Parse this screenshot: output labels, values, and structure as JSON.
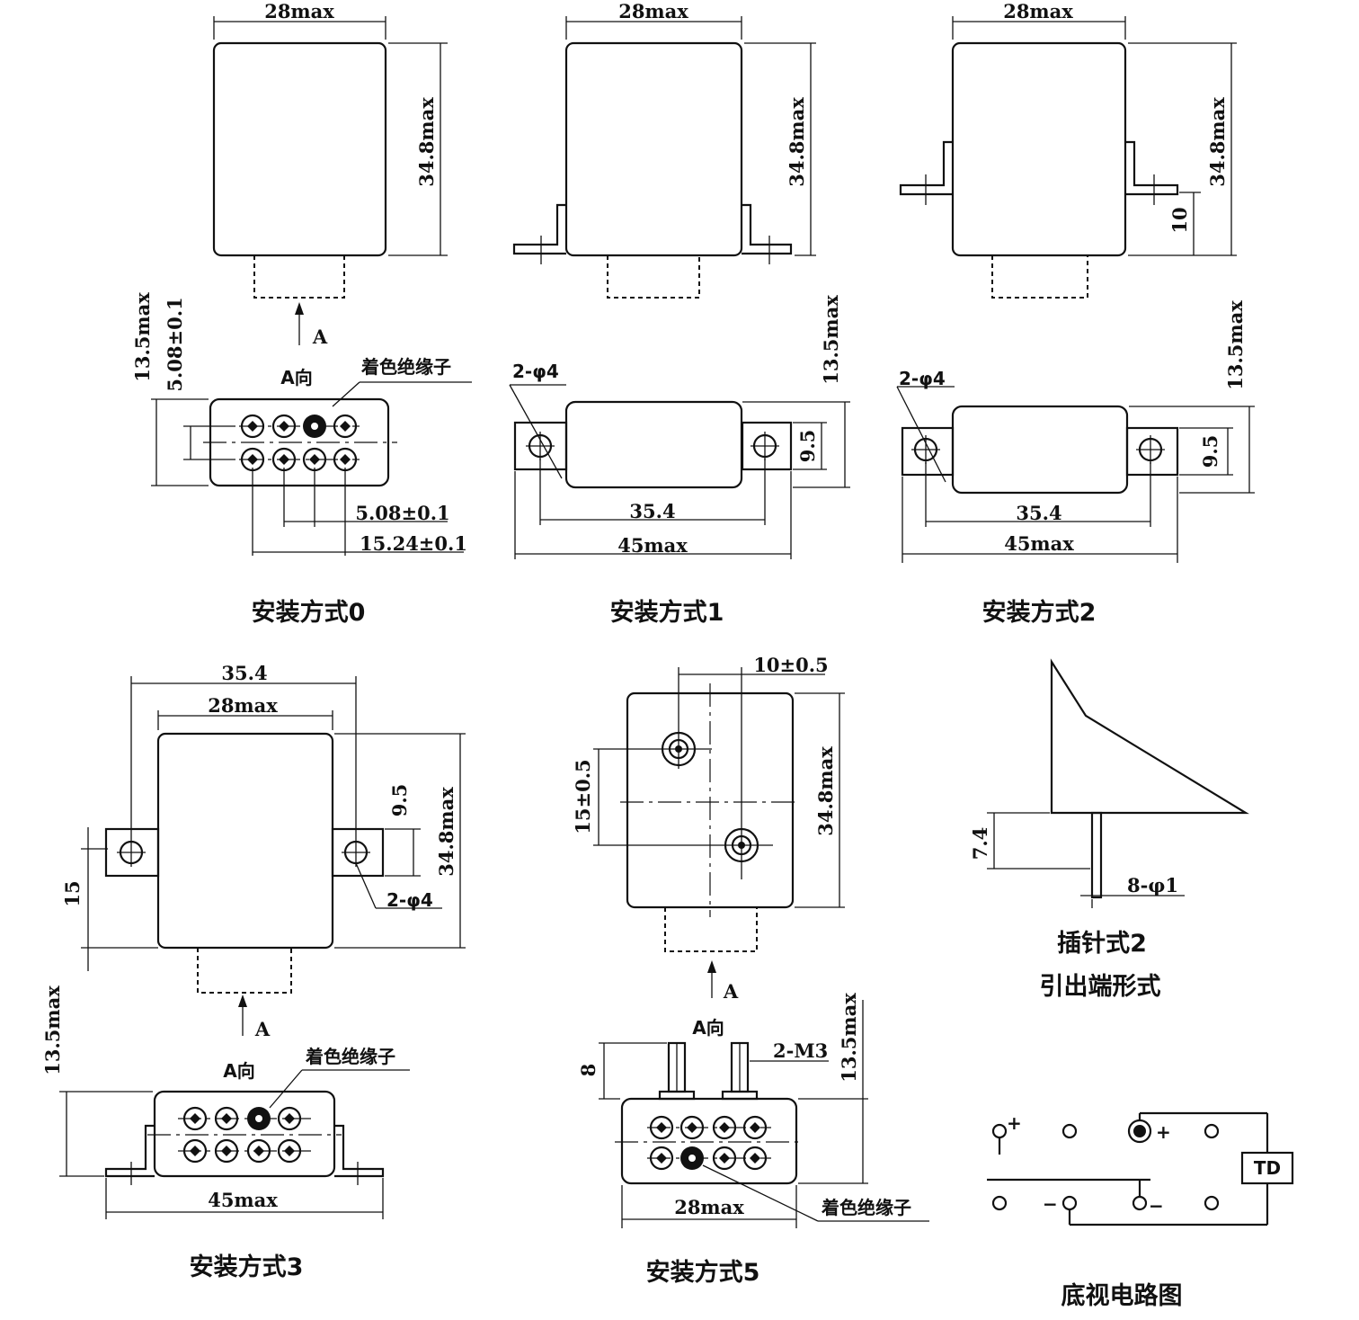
{
  "dimensions": {
    "w28": "28max",
    "h34": "34.8max",
    "h13": "13.5max",
    "p508v": "5.08±0.1",
    "p508h": "5.08±0.1",
    "p1524": "15.24±0.1",
    "hole2": "2-φ4",
    "d354": "35.4",
    "w45": "45max",
    "d95": "9.5",
    "d10": "10",
    "d15": "15",
    "d10pm": "10±0.5",
    "d15pm": "15±0.5",
    "d8": "8",
    "m3": "2-M3",
    "d74": "7.4",
    "pin1": "8-φ1"
  },
  "labels": {
    "arrow_a": "A",
    "view_a": "A向",
    "insulator": "着色绝缘子"
  },
  "captions": {
    "mount0": "安装方式0",
    "mount1": "安装方式1",
    "mount2": "安装方式2",
    "mount3": "安装方式3",
    "mount5": "安装方式5",
    "pin_type": "插针式2",
    "lead_form": "引出端形式",
    "bottom_circuit": "底视电路图"
  },
  "circuit": {
    "plus": "+",
    "minus": "−",
    "relay": "TD"
  }
}
